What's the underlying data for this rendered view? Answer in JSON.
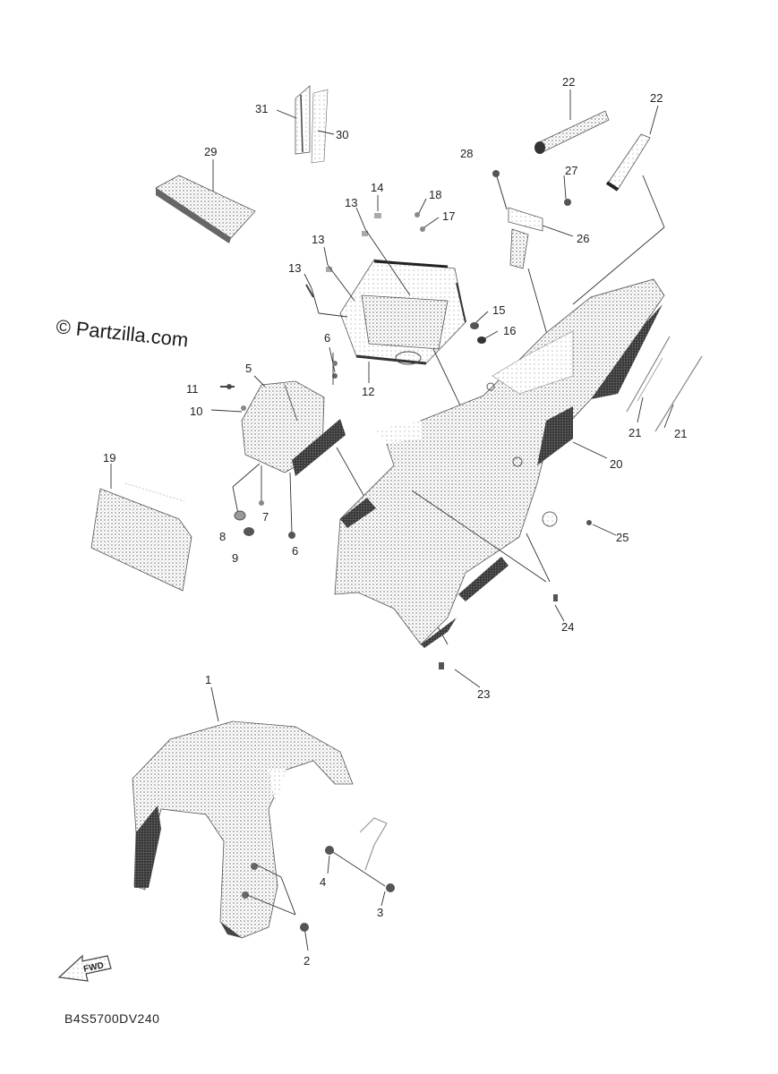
{
  "watermark": "© Partzilla.com",
  "diagram_code": "B4S5700DV240",
  "fwd_label": "FWD",
  "callouts": {
    "c1": "1",
    "c2": "2",
    "c3": "3",
    "c4": "4",
    "c5": "5",
    "c6a": "6",
    "c6b": "6",
    "c7": "7",
    "c8": "8",
    "c9": "9",
    "c10": "10",
    "c11": "11",
    "c12": "12",
    "c13a": "13",
    "c13b": "13",
    "c13c": "13",
    "c14": "14",
    "c15": "15",
    "c16": "16",
    "c17": "17",
    "c18": "18",
    "c19": "19",
    "c20": "20",
    "c21a": "21",
    "c21b": "21",
    "c22a": "22",
    "c22b": "22",
    "c23": "23",
    "c24": "24",
    "c25": "25",
    "c26": "26",
    "c27": "27",
    "c28": "28",
    "c29": "29",
    "c30": "30",
    "c31": "31"
  },
  "colors": {
    "ink": "#222222",
    "shade": "#6e6e6e",
    "dark_shade": "#2e2e2e"
  }
}
